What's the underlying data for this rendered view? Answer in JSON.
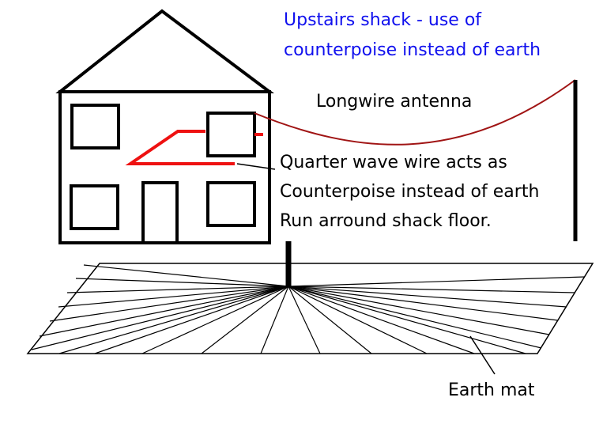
{
  "title": {
    "line1": "Upstairs shack - use of",
    "line2": "counterpoise instead of earth",
    "color": "#1010ee"
  },
  "labels": {
    "antenna": "Longwire antenna",
    "counterpoise_line1": "Quarter wave wire acts as",
    "counterpoise_line2": "Counterpoise instead of earth",
    "counterpoise_line3": "Run arround shack floor.",
    "earth_mat": "Earth mat"
  },
  "colors": {
    "counterpoise_wire": "#ee1111",
    "antenna_wire": "#a01414",
    "outline": "#000000"
  }
}
